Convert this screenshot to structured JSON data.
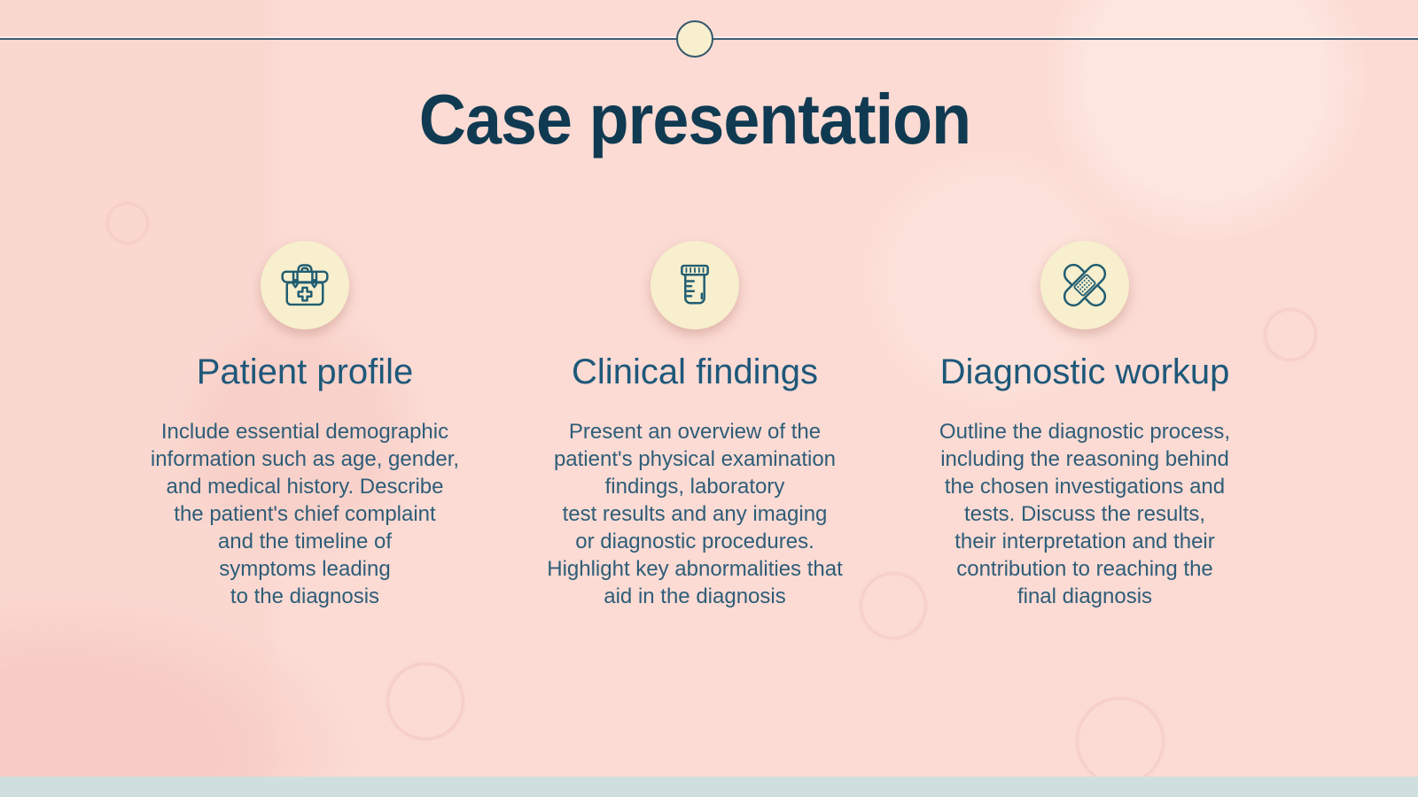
{
  "slide": {
    "title": "Case presentation",
    "columns": [
      {
        "icon": "first-aid-bag-icon",
        "heading": "Patient profile",
        "body": "Include essential demographic\ninformation such as age, gender,\nand medical history. Describe\nthe patient's chief complaint\nand the timeline of\nsymptoms leading\nto the diagnosis"
      },
      {
        "icon": "specimen-cup-icon",
        "heading": "Clinical findings",
        "body": "Present an overview of the\npatient's physical examination\nfindings, laboratory\ntest results and any imaging\nor diagnostic procedures.\nHighlight key abnormalities that\naid in the diagnosis"
      },
      {
        "icon": "crossed-bandages-icon",
        "heading": "Diagnostic workup",
        "body": "Outline the diagnostic process,\nincluding the reasoning behind\nthe chosen investigations and\ntests. Discuss the results,\ntheir interpretation and their\ncontribution to reaching the\nfinal diagnosis"
      }
    ],
    "colors": {
      "background": "#fbdbd4",
      "title_text": "#0f3a52",
      "heading_text": "#1e587a",
      "body_text": "#2e5d78",
      "divider_line": "#3f5e74",
      "icon_circle_fill": "#f7efcd",
      "icon_stroke": "#215d72",
      "bottom_bar": "#cfdfe0"
    }
  }
}
